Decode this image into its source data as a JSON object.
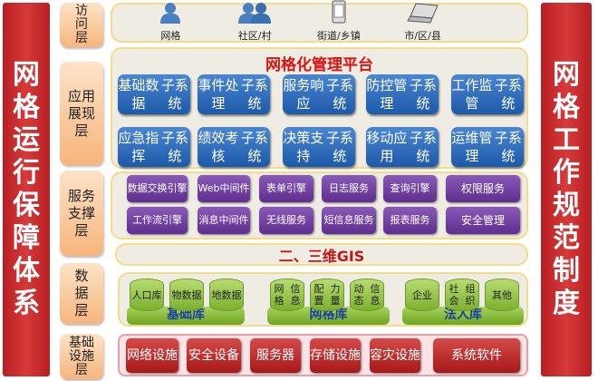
{
  "left_banner": "网格运行保障体系",
  "right_banner": "网格工作规范制度",
  "layers": {
    "access": "访问层",
    "app": "应用展现层",
    "service": "服务支撑层",
    "data": "数据层",
    "infra": "基础设施层"
  },
  "access_items": [
    {
      "label": "网格",
      "icon": "person-icon"
    },
    {
      "label": "社区/村",
      "icon": "people-icon"
    },
    {
      "label": "街道/乡镇",
      "icon": "mobile-icon"
    },
    {
      "label": "市/区/县",
      "icon": "laptop-icon"
    }
  ],
  "platform_title": "网格化管理平台",
  "app_systems": [
    [
      "基础数据",
      "子系统"
    ],
    [
      "事件处理",
      "子系统"
    ],
    [
      "服务响应",
      "子系统"
    ],
    [
      "防控管理",
      "子系统"
    ],
    [
      "工作监管",
      "子系统"
    ],
    [
      "应急指挥",
      "子系统"
    ],
    [
      "绩效考核",
      "子系统"
    ],
    [
      "决策支持",
      "子系统"
    ],
    [
      "移动应用",
      "子系统"
    ],
    [
      "运维管理",
      "子系统"
    ]
  ],
  "services": [
    [
      "数据",
      "交换引擎"
    ],
    [
      "Web",
      "中间件"
    ],
    [
      "表单",
      "引擎"
    ],
    [
      "日志",
      "服务"
    ],
    [
      "查询",
      "引擎"
    ],
    [
      "权限服务",
      ""
    ],
    [
      "工作",
      "流引擎"
    ],
    [
      "消息",
      "中间件"
    ],
    [
      "无线",
      "服务"
    ],
    [
      "短信息",
      "服务"
    ],
    [
      "报表",
      "服务"
    ],
    [
      "安全管理",
      ""
    ]
  ],
  "gis_label": "二、三维GIS",
  "databases": [
    {
      "name": "基础库",
      "items": [
        [
          "人口",
          "库"
        ],
        [
          "物数",
          "据"
        ],
        [
          "地数",
          "据"
        ]
      ]
    },
    {
      "name": "网格库",
      "items": [
        [
          "网格",
          "信息"
        ],
        [
          "配置",
          "力量"
        ],
        [
          "动态",
          "信息"
        ]
      ]
    },
    {
      "name": "法人库",
      "items": [
        [
          "企业",
          ""
        ],
        [
          "社会",
          "组织"
        ],
        [
          "其他",
          ""
        ]
      ]
    }
  ],
  "infra": [
    [
      "网络",
      "设施"
    ],
    [
      "安全",
      "设备"
    ],
    [
      "服务器",
      ""
    ],
    [
      "存储",
      "设施"
    ],
    [
      "容灾",
      "设施"
    ],
    [
      "系统软件",
      ""
    ]
  ],
  "colors": {
    "banner": "#c0282b",
    "app_button": "#2a66b4",
    "service_button": "#6d3c9c",
    "infra_button": "#b82222",
    "db": "#8cbd3a",
    "title": "#e01010"
  }
}
